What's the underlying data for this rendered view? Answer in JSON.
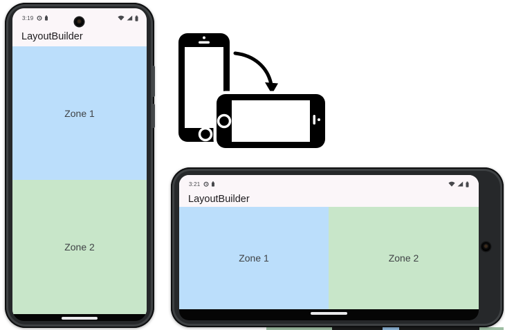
{
  "portrait_phone": {
    "device": "pixel-phone-portrait",
    "status_bar": {
      "time": "3:19",
      "left_icons": [
        "alarm-clock-icon",
        "battery-saver-icon"
      ],
      "right_icons": [
        "wifi-icon",
        "cell-signal-icon",
        "battery-icon"
      ]
    },
    "app_bar": {
      "title": "LayoutBuilder"
    },
    "zones": [
      {
        "label": "Zone 1",
        "color": "#BBDEFB"
      },
      {
        "label": "Zone 2",
        "color": "#C8E6C9"
      }
    ]
  },
  "landscape_phone": {
    "device": "pixel-phone-landscape",
    "status_bar": {
      "time": "3:21",
      "left_icons": [
        "alarm-clock-icon",
        "battery-saver-icon"
      ],
      "right_icons": [
        "wifi-icon",
        "cell-signal-icon",
        "battery-icon"
      ]
    },
    "app_bar": {
      "title": "LayoutBuilder"
    },
    "zones": [
      {
        "label": "Zone 1",
        "color": "#BBDEFB"
      },
      {
        "label": "Zone 2",
        "color": "#C8E6C9"
      }
    ]
  },
  "rotate_illustration": {
    "meaning": "rotate phone from portrait to landscape"
  },
  "colors": {
    "app_bar_bg": "#FBF6F9",
    "zone1": "#BBDEFB",
    "zone2": "#C8E6C9",
    "phone_body": "#26282A",
    "status_text": "#47484C"
  }
}
